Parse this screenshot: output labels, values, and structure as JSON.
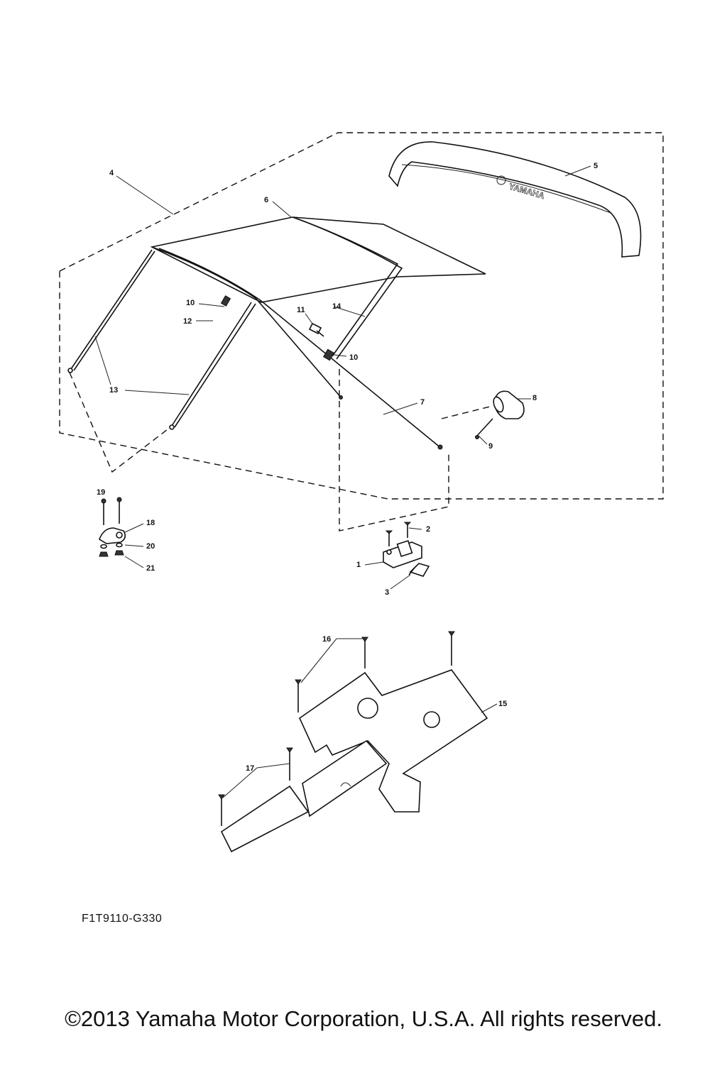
{
  "diagram": {
    "drawing_code": "F1T9110-G330",
    "copyright": "©2013 Yamaha Motor Corporation, U.S.A. All rights reserved.",
    "logo_text": "YAMAHA",
    "callouts": {
      "c1": "1",
      "c2": "2",
      "c3": "3",
      "c4": "4",
      "c5": "5",
      "c6": "6",
      "c7": "7",
      "c8": "8",
      "c9": "9",
      "c10a": "10",
      "c10b": "10",
      "c11": "11",
      "c12": "12",
      "c13a": "13",
      "c14": "14",
      "c15": "15",
      "c16": "16",
      "c17": "17",
      "c18": "18",
      "c19": "19",
      "c20": "20",
      "c21": "21"
    }
  }
}
